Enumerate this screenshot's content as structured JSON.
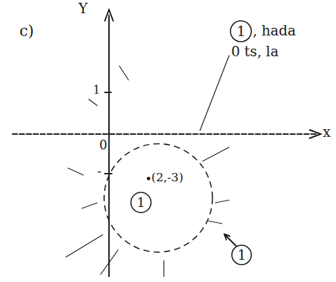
{
  "diagram": {
    "nodes": [
      {
        "text": [
          "(2,-3)",
          "1"
        ]
      }
    ],
    "labels": [
      "Y",
      "c)",
      "1",
      ", hada",
      "0 ts, la",
      "1",
      "0",
      "x",
      "-",
      "1"
    ]
  }
}
